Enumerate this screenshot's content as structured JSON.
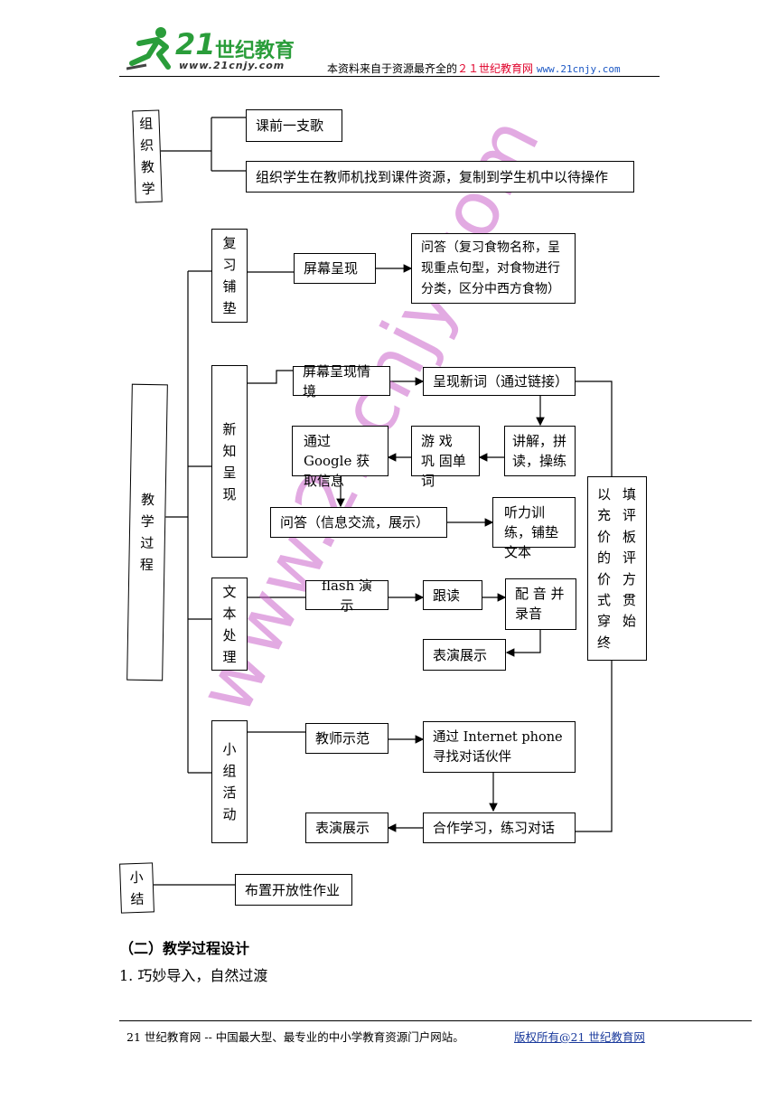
{
  "header": {
    "logo_number": "21",
    "logo_text": "世纪教育",
    "logo_url": "www.21cnjy.com",
    "note_prefix": "本资料来自于资源最齐全的",
    "note_brand": "２１世纪教育网",
    "note_url": "www.21cnjy.com"
  },
  "watermark": "www.21cnjy.com",
  "flow": {
    "org": {
      "label": "组织教学",
      "items": [
        "课前一支歌",
        "组织学生在教师机找到课件资源，复制到学生机中以待操作"
      ]
    },
    "process": {
      "label": "教学过程",
      "review": {
        "label": "复习铺垫",
        "screen": "屏幕呈现",
        "qa": "问答（复习食物名称，呈现重点句型，对食物进行分类，区分中西方食物）"
      },
      "new_knowledge": {
        "label": "新知呈现",
        "screen_scene": "屏幕呈现情境",
        "present_words": "呈现新词（通过链接）",
        "explain": "讲解，拼读，操练",
        "game": "游 戏 巩 固单词",
        "google": "通过 Google 获取信息",
        "qa": "问答（信息交流，展示）",
        "listening": "听力训练，铺垫文本"
      },
      "text_processing": {
        "label": "文本处理",
        "flash": "flash 演示",
        "follow": "跟读",
        "dub": "配 音 并 录音",
        "perform": "表演展示"
      },
      "group": {
        "label": "小组活动",
        "demo": "教师示范",
        "phone": "通过 Internet phone 寻找对话伙伴",
        "coop": "合作学习，练习对话",
        "perform": "表演展示"
      },
      "evaluation_col1": "以充价的价式穿终",
      "evaluation_col2": "填评板评方贯始"
    },
    "summary": {
      "label": "小结",
      "item": "布置开放性作业"
    }
  },
  "body_text": {
    "heading": "（二）教学过程设计",
    "item1": "1. 巧妙导入，自然过渡"
  },
  "footer": {
    "left": "21 世纪教育网 -- 中国最大型、最专业的中小学教育资源门户网站。",
    "right": "版权所有@21 世纪教育网"
  }
}
